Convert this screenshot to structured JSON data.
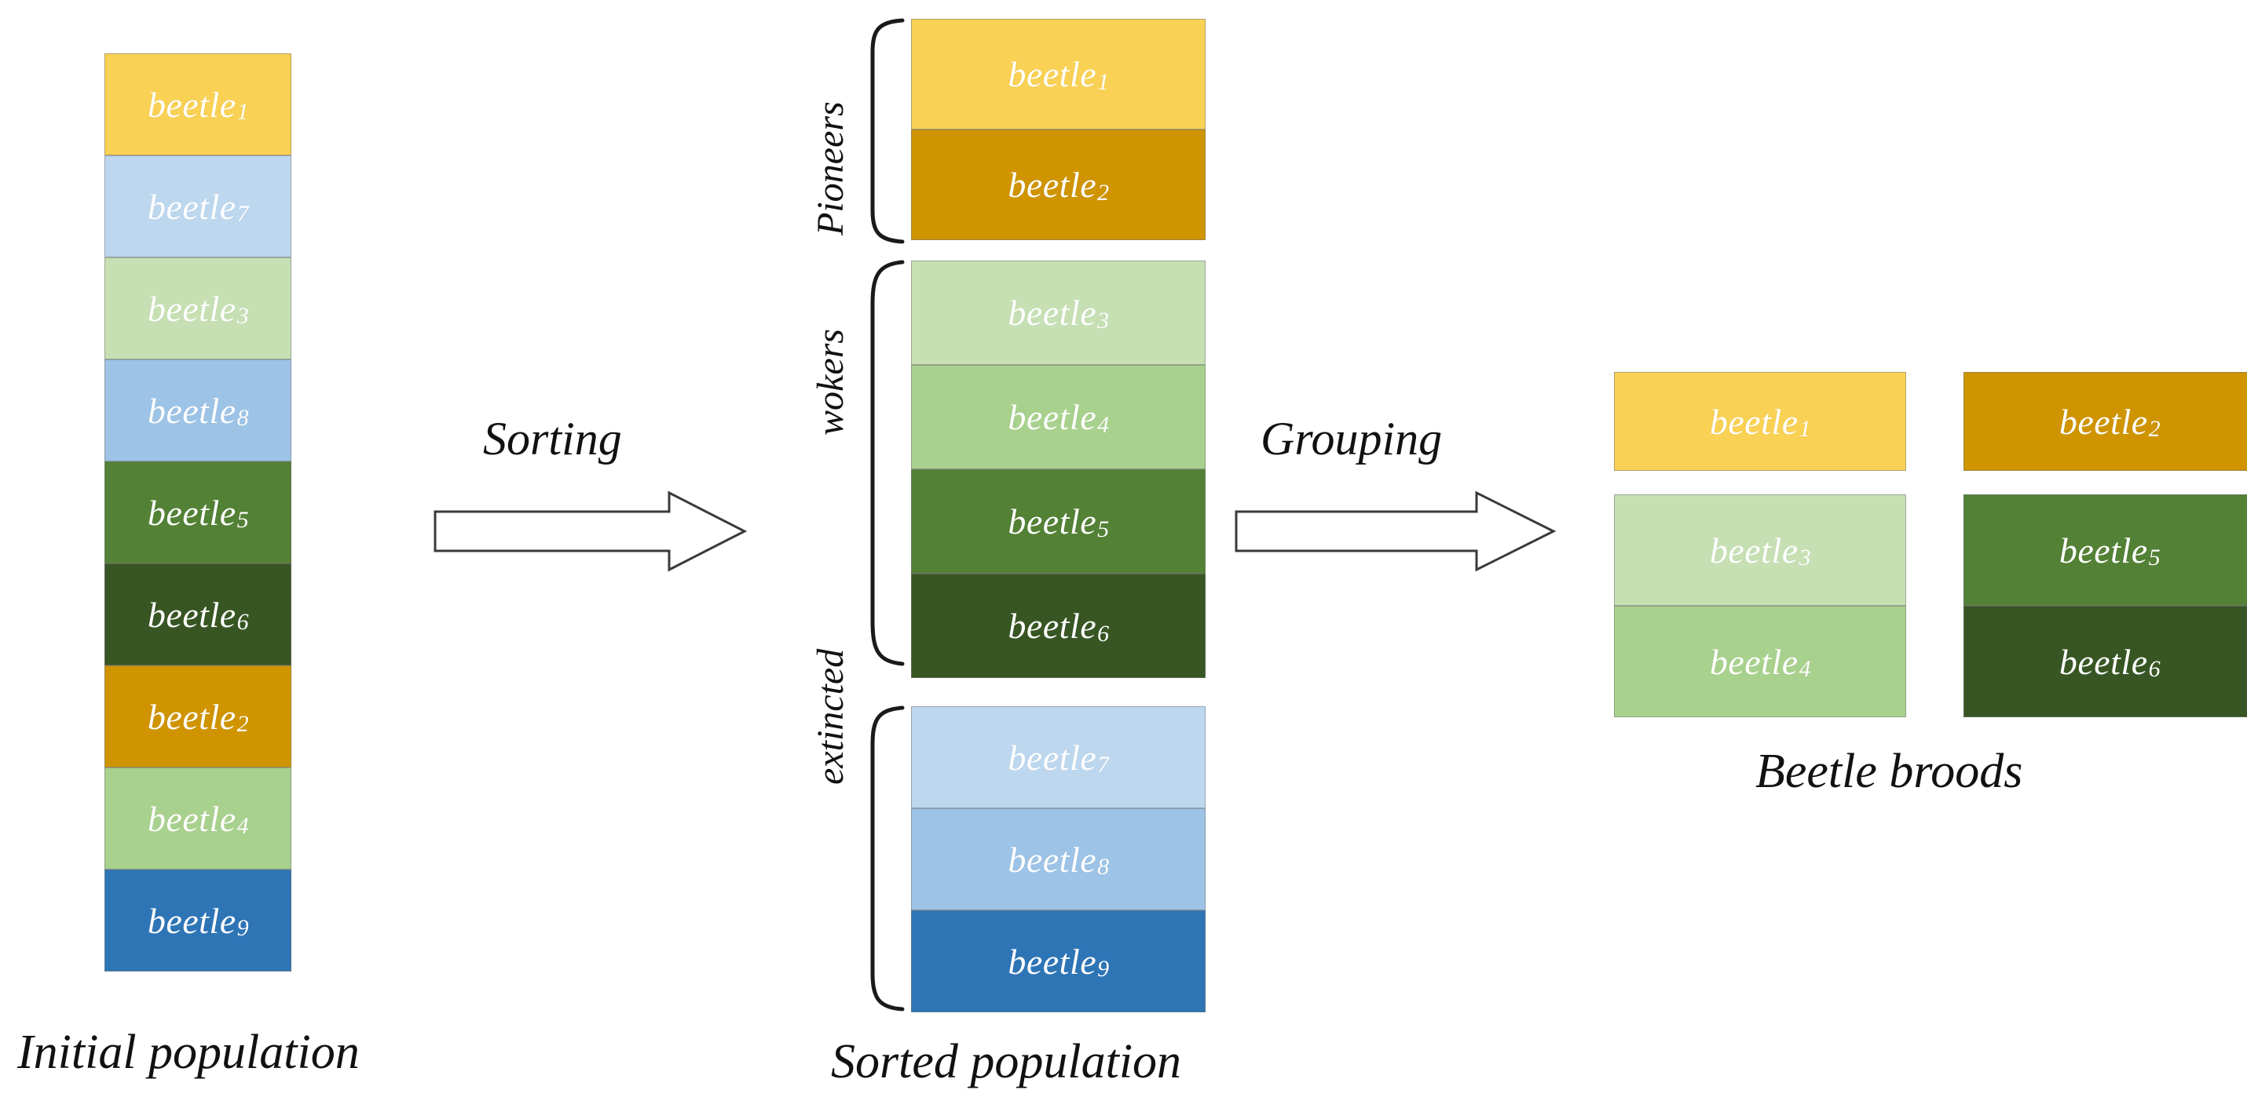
{
  "figure": {
    "title_visible": false,
    "palette": {
      "yellow": "#f9d154",
      "gold": "#cf9400",
      "light_green": "#c6e0b4",
      "mid_green": "#a9d18e",
      "green": "#538135",
      "dark_green": "#375623",
      "pale_blue": "#bdd7ee",
      "light_blue": "#9dc3e6",
      "blue": "#2e75b6",
      "outline": "#808080",
      "text_dark": "#111111",
      "label_white": "#ffffff"
    }
  },
  "initial_population": {
    "caption": "Initial population",
    "cells": [
      {
        "label": "beetle",
        "index": "1",
        "color": "#f9d154"
      },
      {
        "label": "beetle",
        "index": "7",
        "color": "#bdd7ee"
      },
      {
        "label": "beetle",
        "index": "3",
        "color": "#c6e0b4"
      },
      {
        "label": "beetle",
        "index": "8",
        "color": "#9dc3e6"
      },
      {
        "label": "beetle",
        "index": "5",
        "color": "#538135"
      },
      {
        "label": "beetle",
        "index": "6",
        "color": "#375623"
      },
      {
        "label": "beetle",
        "index": "2",
        "color": "#cf9400"
      },
      {
        "label": "beetle",
        "index": "4",
        "color": "#a9d18e"
      },
      {
        "label": "beetle",
        "index": "9",
        "color": "#2e75b6"
      }
    ]
  },
  "sorting_arrow": {
    "label": "Sorting"
  },
  "grouping_arrow": {
    "label": "Grouping"
  },
  "sorted_population": {
    "caption": "Sorted population",
    "groups": [
      {
        "name": "Pioneers",
        "cells": [
          {
            "label": "beetle",
            "index": "1",
            "color": "#f9d154"
          },
          {
            "label": "beetle",
            "index": "2",
            "color": "#cf9400"
          }
        ]
      },
      {
        "name": "wokers",
        "cells": [
          {
            "label": "beetle",
            "index": "3",
            "color": "#c6e0b4"
          },
          {
            "label": "beetle",
            "index": "4",
            "color": "#a9d18e"
          },
          {
            "label": "beetle",
            "index": "5",
            "color": "#538135"
          },
          {
            "label": "beetle",
            "index": "6",
            "color": "#375623"
          }
        ]
      },
      {
        "name": "extincted",
        "cells": [
          {
            "label": "beetle",
            "index": "7",
            "color": "#bdd7ee"
          },
          {
            "label": "beetle",
            "index": "8",
            "color": "#9dc3e6"
          },
          {
            "label": "beetle",
            "index": "9",
            "color": "#2e75b6"
          }
        ]
      }
    ]
  },
  "beetle_broods": {
    "caption": "Beetle broods",
    "broods": [
      {
        "leader": {
          "label": "beetle",
          "index": "1",
          "color": "#f9d154"
        },
        "members": [
          {
            "label": "beetle",
            "index": "3",
            "color": "#c6e0b4"
          },
          {
            "label": "beetle",
            "index": "4",
            "color": "#a9d18e"
          }
        ]
      },
      {
        "leader": {
          "label": "beetle",
          "index": "2",
          "color": "#cf9400"
        },
        "members": [
          {
            "label": "beetle",
            "index": "5",
            "color": "#538135"
          },
          {
            "label": "beetle",
            "index": "6",
            "color": "#375623"
          }
        ]
      }
    ]
  }
}
